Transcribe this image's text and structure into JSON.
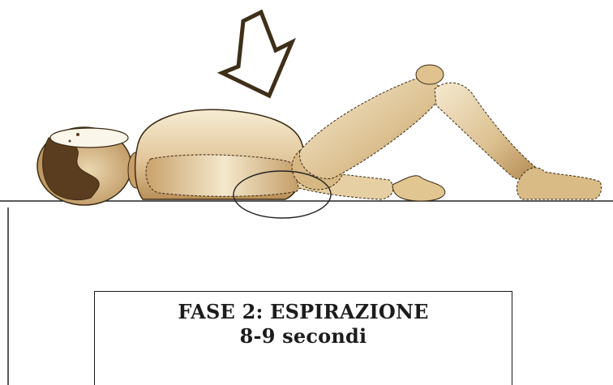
{
  "caption": {
    "phase": "FASE 2: ESPIRAZIONE",
    "duration": "8-9 secondi"
  },
  "figure": {
    "subject": "wooden-mannequin-lying-supine",
    "arrow_direction": "down",
    "highlight": "abdomen-ellipse"
  },
  "colors": {
    "wood_light": "#f3e6c8",
    "wood_mid": "#d2b07e",
    "wood_dark": "#6b4a24",
    "hair_dark": "#5a3d1e",
    "outline": "#3a2a14",
    "arrow_fill": "#ffffff",
    "arrow_stroke": "#3f2f19",
    "line": "#222222"
  },
  "icons": [
    "arrow-down-icon"
  ]
}
